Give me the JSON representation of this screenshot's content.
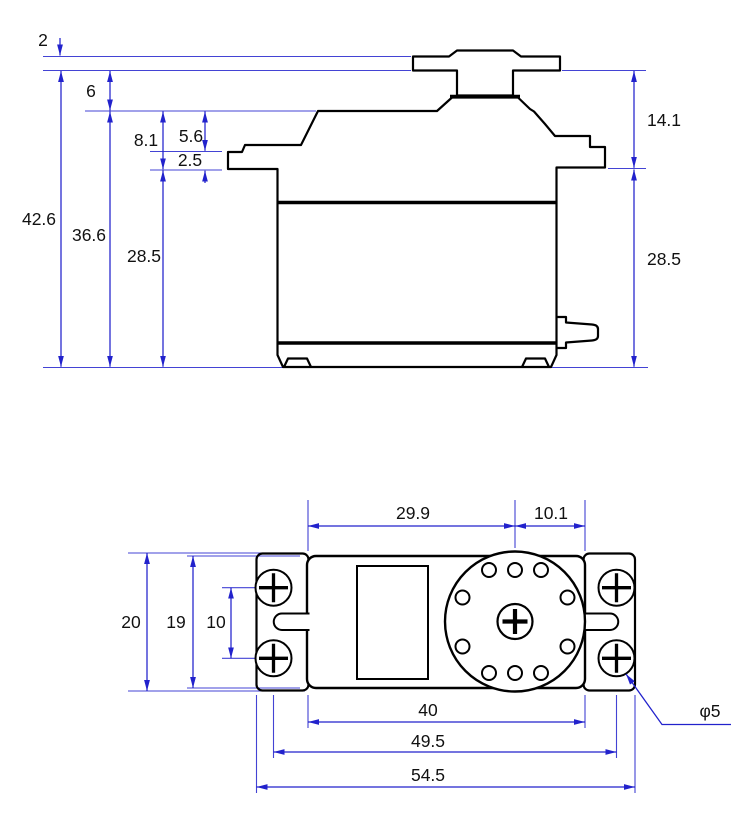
{
  "drawing": {
    "kind": "technical-dimension-drawing",
    "subject": "RC servo motor outline drawing: side elevation (top) and bottom mounting view (bottom)",
    "units": "mm",
    "colors": {
      "outline": "#000000",
      "dimension": "#2222cc",
      "text": "#111111",
      "background": "#ffffff"
    },
    "side_view": {
      "dims": {
        "horn_plate_thickness": "2",
        "horn_underside_to_case_top": "6",
        "case_top_to_flange_bottom": "8.1",
        "case_top_to_flange_top": "5.6",
        "flange_thickness": "2.5",
        "overall_height": "42.6",
        "case_top_to_base": "36.6",
        "flange_bottom_to_base_left": "28.5",
        "horn_seat_to_flange_bottom": "14.1",
        "flange_bottom_to_base_right": "28.5"
      }
    },
    "top_view": {
      "dims": {
        "body_left_to_shaft_center": "29.9",
        "shaft_center_to_body_right": "10.1",
        "flange_width": "20",
        "body_width": "19",
        "mounting_hole_pitch_width": "10",
        "body_length": "40",
        "mounting_hole_pitch_length": "49.5",
        "overall_flange_length": "54.5",
        "mounting_hole_diameter": "φ5"
      }
    }
  }
}
